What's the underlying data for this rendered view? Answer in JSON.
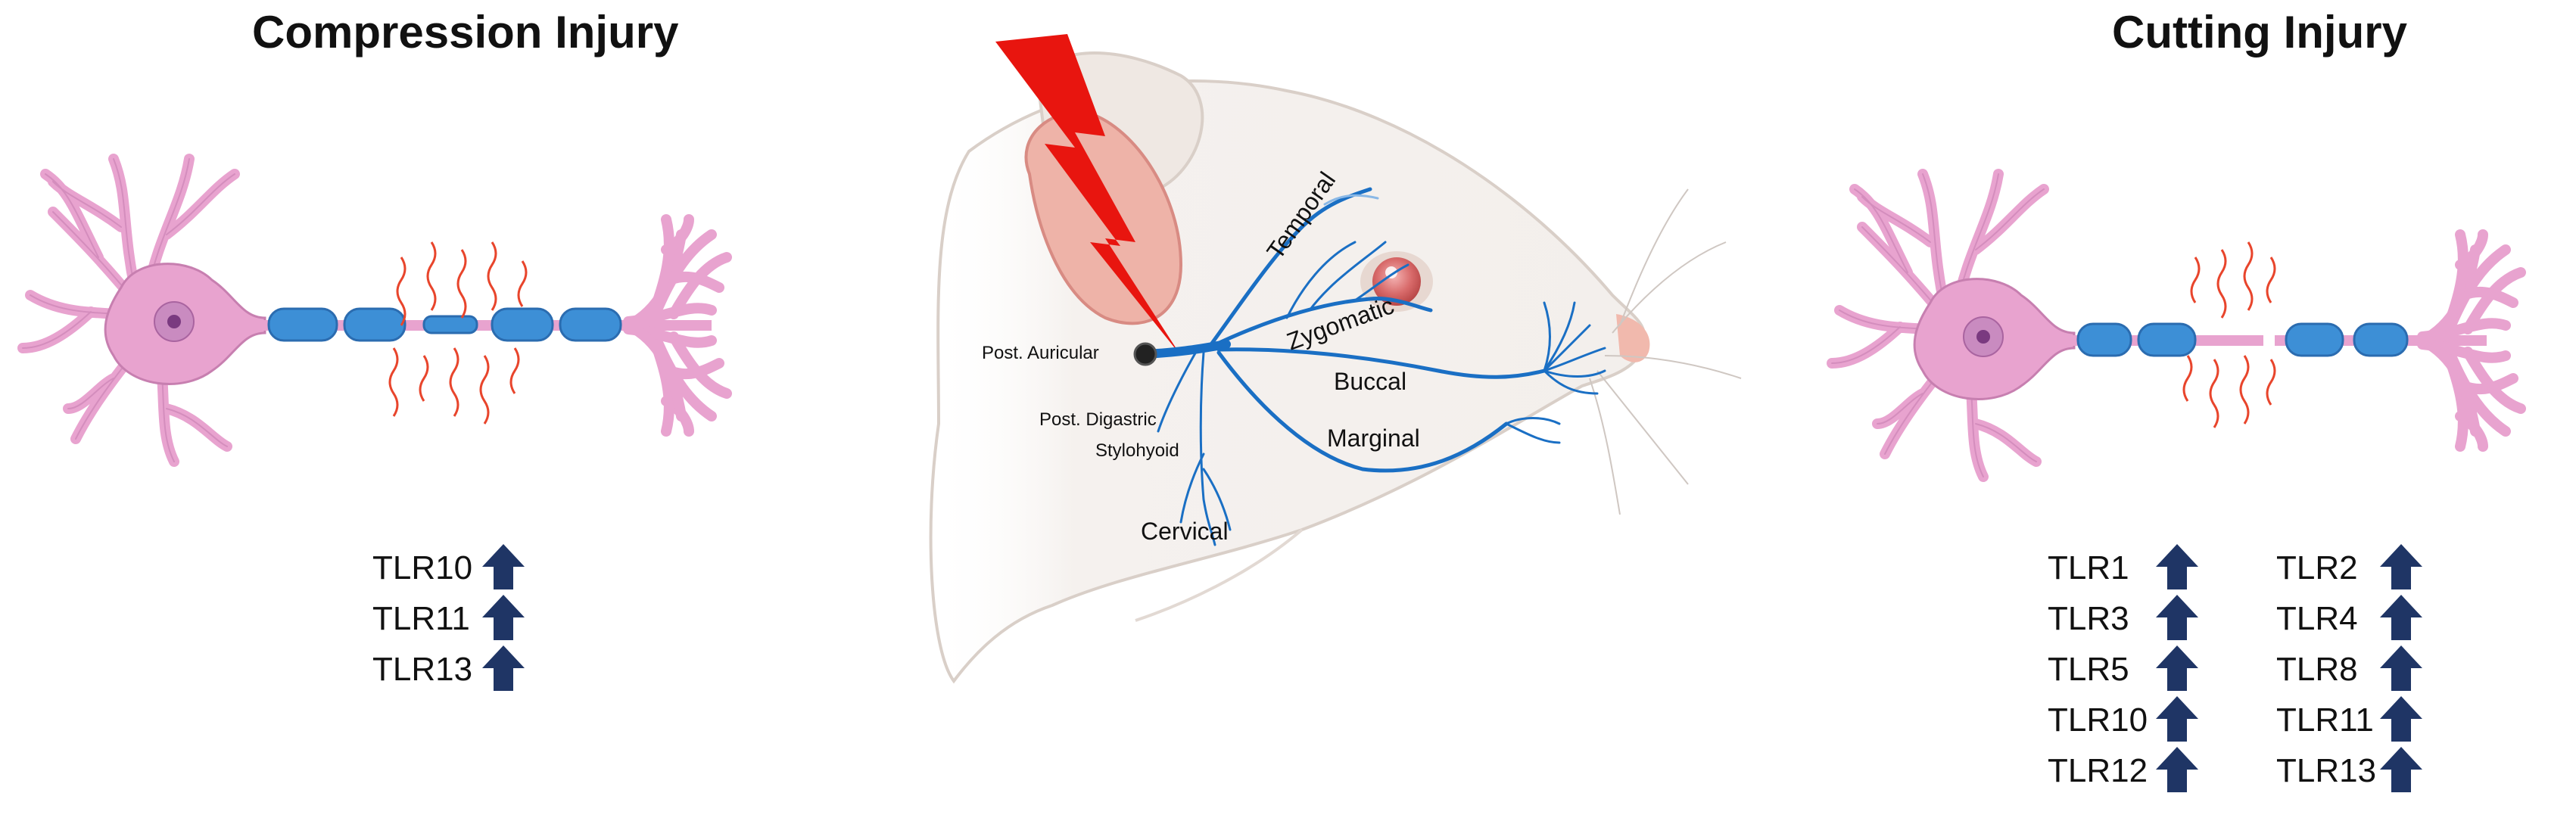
{
  "titles": {
    "left": "Compression Injury",
    "right": "Cutting Injury"
  },
  "nerve_branches": {
    "temporal": "Temporal",
    "zygomatic": "Zygomatic",
    "buccal": "Buccal",
    "marginal": "Marginal",
    "cervical": "Cervical",
    "post_auricular": "Post. Auricular",
    "post_digastric": "Post. Digastric",
    "stylohyoid": "Stylohyoid"
  },
  "compression_tlrs": [
    "TLR10",
    "TLR11",
    "TLR13"
  ],
  "cutting_tlrs": {
    "left_column": [
      "TLR1",
      "TLR3",
      "TLR5",
      "TLR10",
      "TLR12"
    ],
    "right_column": [
      "TLR2",
      "TLR4",
      "TLR8",
      "TLR11",
      "TLR13"
    ]
  },
  "colors": {
    "neuron": "#e8a3cf",
    "neuron_outline": "#c77fb0",
    "myelin": "#3d8fd6",
    "injury_lines": "#e8452c",
    "nerve": "#1a6fc4",
    "arrow": "#1f3565",
    "lightning": "#e8150f"
  }
}
